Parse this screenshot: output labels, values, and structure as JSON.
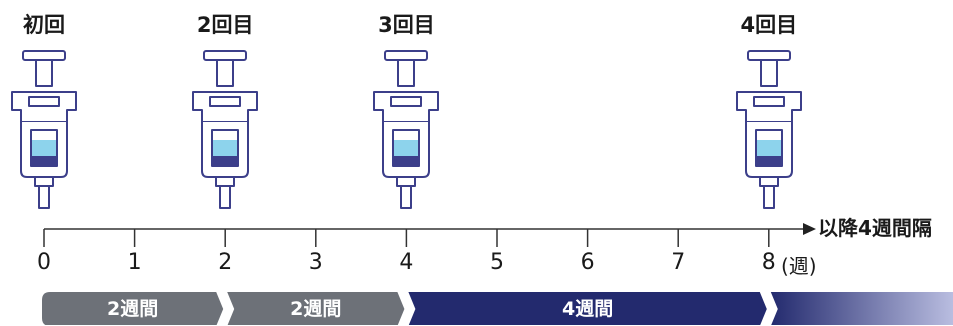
{
  "doses": [
    {
      "label": "初回",
      "week": 0
    },
    {
      "label": "2回目",
      "week": 2
    },
    {
      "label": "3回目",
      "week": 4
    },
    {
      "label": "4回目",
      "week": 8
    }
  ],
  "axis": {
    "ticks": [
      "0",
      "1",
      "2",
      "3",
      "4",
      "5",
      "6",
      "7",
      "8"
    ],
    "unit": "(週)",
    "end_label": "以降4週間隔"
  },
  "intervals": [
    {
      "label": "2週間",
      "from": 0,
      "to": 2,
      "color": "#6d7178"
    },
    {
      "label": "2週間",
      "from": 2,
      "to": 4,
      "color": "#6d7178"
    },
    {
      "label": "4週間",
      "from": 4,
      "to": 8,
      "color": "#232a6e"
    }
  ],
  "continuation": {
    "from_color": "#232a6e",
    "to_color": "#b9bde0"
  },
  "colors": {
    "syringe_outline": "#3c3f8a",
    "liquid_light": "#8dd3ec",
    "liquid_dark": "#3c3f8a"
  }
}
